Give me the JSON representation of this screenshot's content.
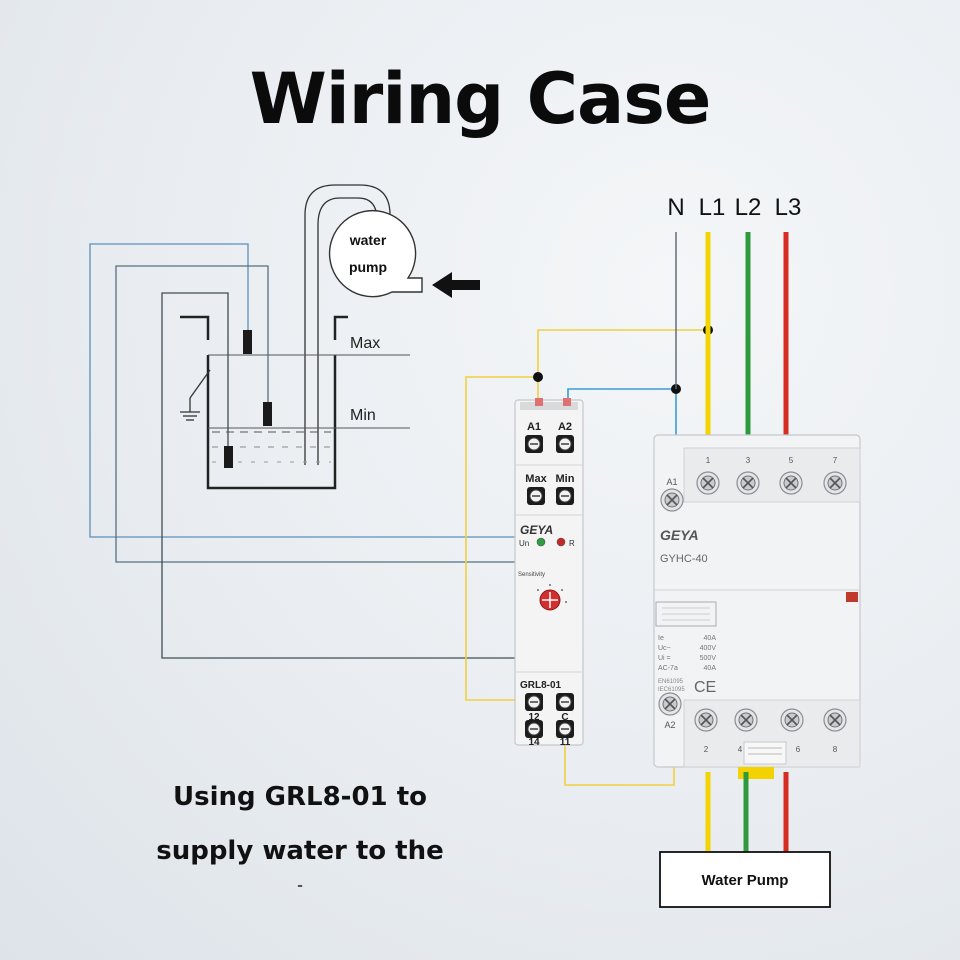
{
  "title": "Wiring Case",
  "caption_line1": "Using GRL8-01 to",
  "caption_line2": "supply water to the",
  "caption_line3": "-",
  "tank": {
    "pump_label_1": "water",
    "pump_label_2": "pump",
    "max_label": "Max",
    "min_label": "Min"
  },
  "supply": {
    "n": "N",
    "l1": "L1",
    "l2": "L2",
    "l3": "L3"
  },
  "relay": {
    "terminal_a1": "A1",
    "terminal_a2": "A2",
    "terminal_max": "Max",
    "terminal_min": "Min",
    "brand": "GEYA",
    "led_un": "Un",
    "led_r": "R",
    "sensitivity": "Sensitivity",
    "model": "GRL8-01",
    "terminal_12": "12",
    "terminal_c": "C",
    "terminal_14": "14",
    "terminal_11": "11"
  },
  "contactor": {
    "brand": "GEYA",
    "model": "GYHC-40",
    "coil_a1": "A1",
    "coil_a2": "A2",
    "top_terminals": [
      "1",
      "3",
      "5",
      "7"
    ],
    "bottom_terminals": [
      "2",
      "4",
      "6",
      "8"
    ],
    "spec_labels": [
      "Ie",
      "Uc~",
      "Ui =",
      "AC-7a"
    ],
    "spec_values": [
      "40A",
      "400V",
      "500V",
      "40A"
    ],
    "standard_1": "EN61095",
    "standard_2": "IEC61095",
    "ce_mark": "CE"
  },
  "load": {
    "label": "Water Pump"
  },
  "colors": {
    "wire_blue": "#3d8fd0",
    "wire_yellow": "#f2d400",
    "wire_green": "#2f9a3c",
    "wire_red": "#d62c22",
    "wire_neutral": "#556677",
    "thin_yellow": "#f0d040",
    "dial_red": "#d32f2f"
  }
}
